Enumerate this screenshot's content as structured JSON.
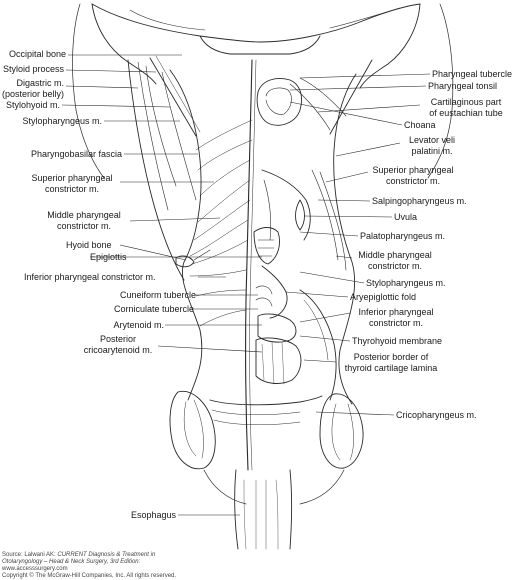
{
  "labels_left": {
    "occipital_bone": "Occipital bone",
    "styloid_process": "Styloid process",
    "digastric_1": "Digastric m.",
    "digastric_2": "(posterior belly)",
    "stylohyoid": "Stylohyoid m.",
    "stylopharyngeus_upper": "Stylopharyngeus m.",
    "pharyngobasilar_fascia": "Pharyngobasilar fascia",
    "superior_constrictor_1": "Superior pharyngeal",
    "superior_constrictor_2": "constrictor m.",
    "middle_constrictor_1": "Middle pharyngeal",
    "middle_constrictor_2": "constrictor m.",
    "hyoid_bone": "Hyoid bone",
    "epiglottis": "Epiglottis",
    "inferior_constrictor": "Inferior pharyngeal constrictor m.",
    "cuneiform_tubercle": "Cuneiform tubercle",
    "corniculate_tubercle": "Corniculate tubercle",
    "arytenoid": "Arytenoid m.",
    "posterior_cricoarytenoid_1": "Posterior",
    "posterior_cricoarytenoid_2": "cricoarytenoid m.",
    "esophagus": "Esophagus"
  },
  "labels_right": {
    "pharyngeal_tubercle": "Pharyngeal tubercle",
    "pharyngeal_tonsil": "Pharyngeal tonsil",
    "eustachian_1": "Cartilaginous part",
    "eustachian_2": "of eustachian tube",
    "choana": "Choana",
    "levator_1": "Levator veli",
    "levator_2": "palatini m.",
    "superior_constrictor_1": "Superior pharyngeal",
    "superior_constrictor_2": "constrictor m.",
    "salpingopharyngeus": "Salpingopharyngeus m.",
    "uvula": "Uvula",
    "palatopharyngeus": "Palatopharyngeus m.",
    "middle_constrictor_1": "Middle pharyngeal",
    "middle_constrictor_2": "constrictor m.",
    "stylopharyngeus_lower": "Stylopharyngeus m.",
    "aryepiglottic_fold": "Aryepiglottic fold",
    "inferior_constrictor_1": "Inferior pharyngeal",
    "inferior_constrictor_2": "constrictor m.",
    "thyrohyoid_membrane": "Thyrohyoid membrane",
    "posterior_border_1": "Posterior border of",
    "posterior_border_2": "thyroid cartilage lamina",
    "cricopharyngeus": "Cricopharyngeus m."
  },
  "credit": {
    "source_prefix": "Source: Lalwani AK: ",
    "source_title_1": "CURRENT Diagnosis & Treatment in",
    "source_title_2": "Otolaryngology – Head & Neck Surgery, 3rd Edition:",
    "website": "www.accesssurgery.com",
    "copyright": "Copyright © The McGraw-Hill Companies, Inc. All rights reserved."
  }
}
